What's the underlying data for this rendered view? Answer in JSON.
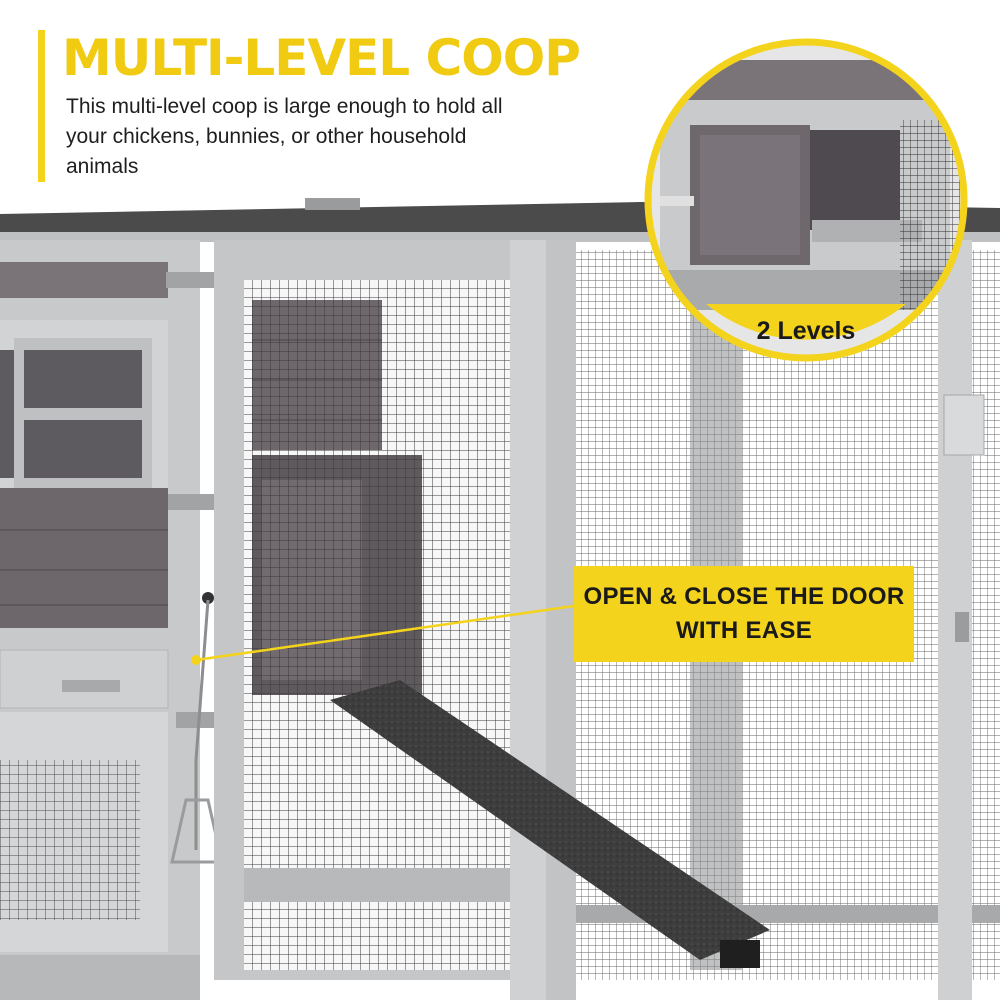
{
  "headline": "MULTI-LEVEL COOP",
  "description": "This multi-level coop is large enough to hold all your chickens, bunnies, or other household animals",
  "inset_label": "2 Levels",
  "callout": {
    "line1": "OPEN & CLOSE THE DOOR",
    "line2": "WITH EASE"
  },
  "colors": {
    "accent_yellow": "#f4d31c",
    "wood_gray": "#c9cacb",
    "panel_dark": "#6b6469",
    "roof": "#4a4a4a"
  }
}
